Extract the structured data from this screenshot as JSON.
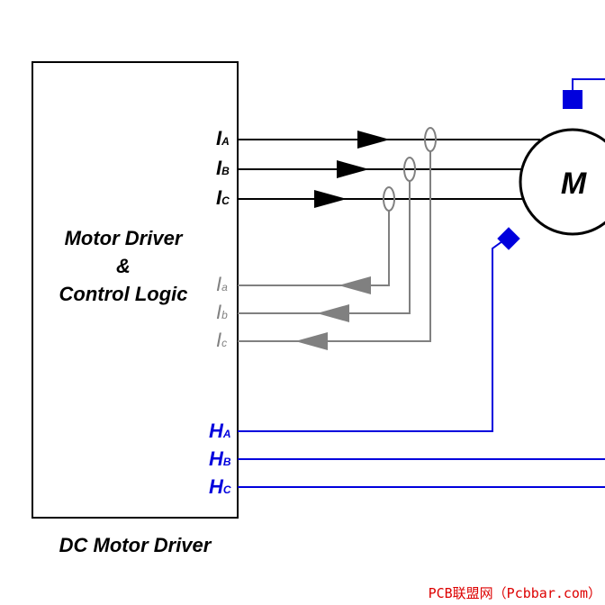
{
  "block": {
    "line1": "Motor Driver",
    "line2": "&",
    "line3": "Control Logic"
  },
  "caption": "DC Motor Driver",
  "motor": {
    "label": "M"
  },
  "phase_currents": [
    {
      "main": "I",
      "sub": "A"
    },
    {
      "main": "I",
      "sub": "B"
    },
    {
      "main": "I",
      "sub": "C"
    }
  ],
  "sensed_currents": [
    {
      "main": "I",
      "sub": "a"
    },
    {
      "main": "I",
      "sub": "b"
    },
    {
      "main": "I",
      "sub": "c"
    }
  ],
  "hall_signals": [
    {
      "main": "H",
      "sub": "A"
    },
    {
      "main": "H",
      "sub": "B"
    },
    {
      "main": "H",
      "sub": "C"
    }
  ],
  "watermark": "PCB联盟网（Pcbbar.com）",
  "colors": {
    "phase": "#000000",
    "sense": "#808080",
    "hall": "#0000dd",
    "watermark": "#dd0000"
  }
}
